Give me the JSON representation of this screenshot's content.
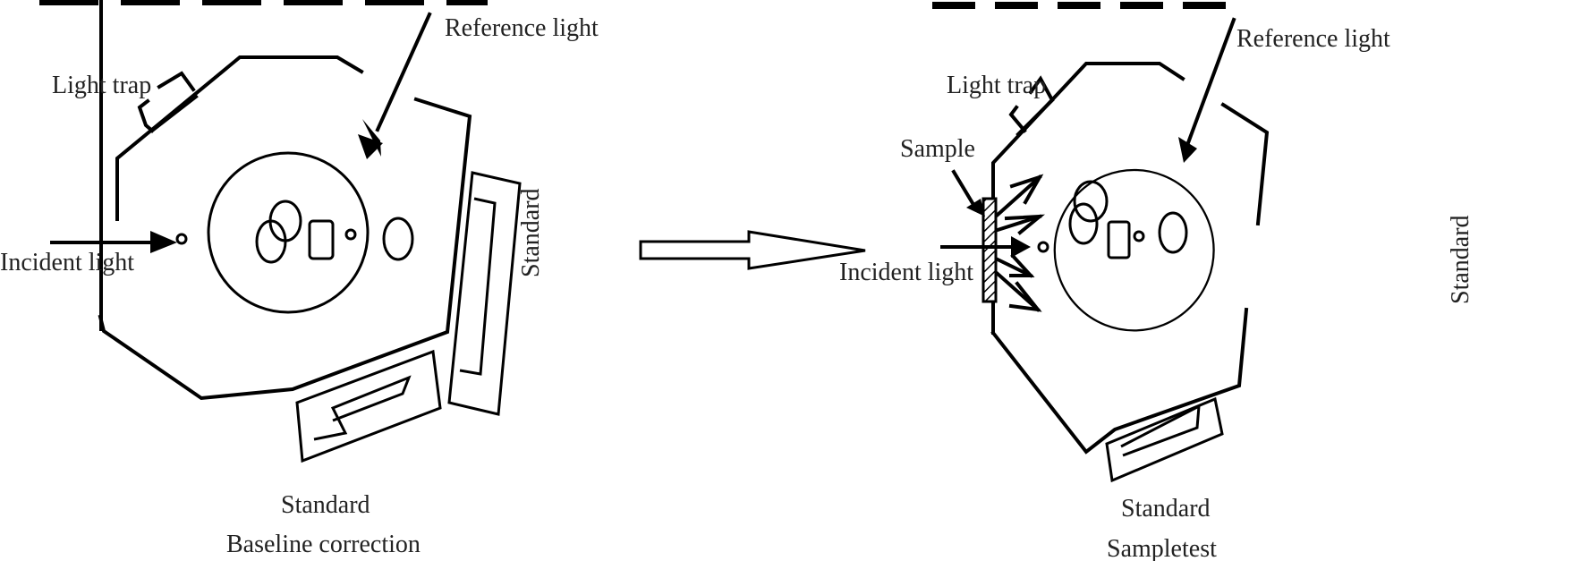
{
  "diagram": {
    "colors": {
      "stroke": "#000000",
      "text": "#222222",
      "background": "#ffffff"
    },
    "left_panel": {
      "name": "Baseline correction",
      "labels": {
        "reference_light": "Reference light",
        "light_trap": "Light trap",
        "incident_light": "Incident light",
        "standard_side": "Standard",
        "standard_bottom": "Standard",
        "caption": "Baseline correction"
      }
    },
    "right_panel": {
      "name": "Sample test",
      "labels": {
        "reference_light": "Reference light",
        "light_trap": "Light trap",
        "sample": "Sample",
        "incident_light": "Incident light",
        "standard_side": "Standard",
        "standard_bottom": "Standard",
        "caption": "Sampletest"
      }
    },
    "transition_arrow": {
      "icon": "hollow-right-arrow-icon",
      "direction": "left-to-right"
    }
  }
}
